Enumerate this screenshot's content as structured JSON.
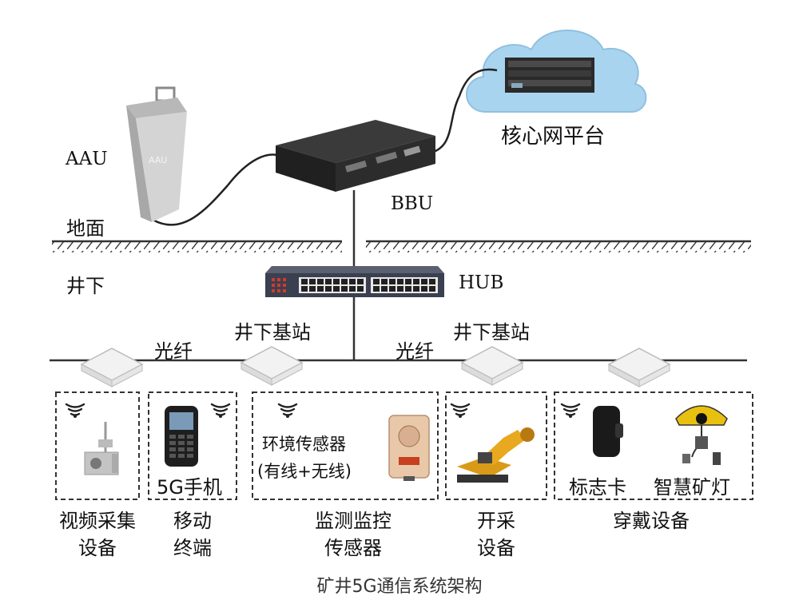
{
  "labels": {
    "aau": "AAU",
    "ground": "地面",
    "underground": "井下",
    "bbu": "BBU",
    "core": "核心网平台",
    "hub": "HUB",
    "fiber_left": "光纤",
    "fiber_right": "光纤",
    "station_left": "井下基站",
    "station_right": "井下基站"
  },
  "terminals": {
    "phone": "5G手机",
    "env_sensor_line1": "环境传感器",
    "env_sensor_line2": "(有线+无线)",
    "tag_card": "标志卡",
    "smart_lamp": "智慧矿灯"
  },
  "groups": [
    {
      "line1": "视频采集",
      "line2": "设备"
    },
    {
      "line1": "移动",
      "line2": "终端"
    },
    {
      "line1": "监测监控",
      "line2": "传感器"
    },
    {
      "line1": "开采",
      "line2": "设备"
    },
    {
      "line1": "穿戴设备",
      "line2": ""
    }
  ],
  "caption": "矿井5G通信系统架构",
  "icons": [
    "cloud-icon",
    "server-icon",
    "aau-antenna-icon",
    "bbu-unit-icon",
    "hub-switch-icon",
    "base-station-icon",
    "wireless-signal-icon",
    "camera-icon",
    "mobile-phone-icon",
    "gas-sensor-icon",
    "mining-machine-icon",
    "tag-card-icon",
    "miner-lamp-icon"
  ],
  "colors": {
    "cloud": "#a9d4f0",
    "ground_line": "#333333",
    "device_dark": "#1f1f1f",
    "aau_body": "#c8c8c8",
    "miner_machine": "#e0a020",
    "sensor_body": "#e8c8a8",
    "hub_port_red": "#d23a2a"
  }
}
